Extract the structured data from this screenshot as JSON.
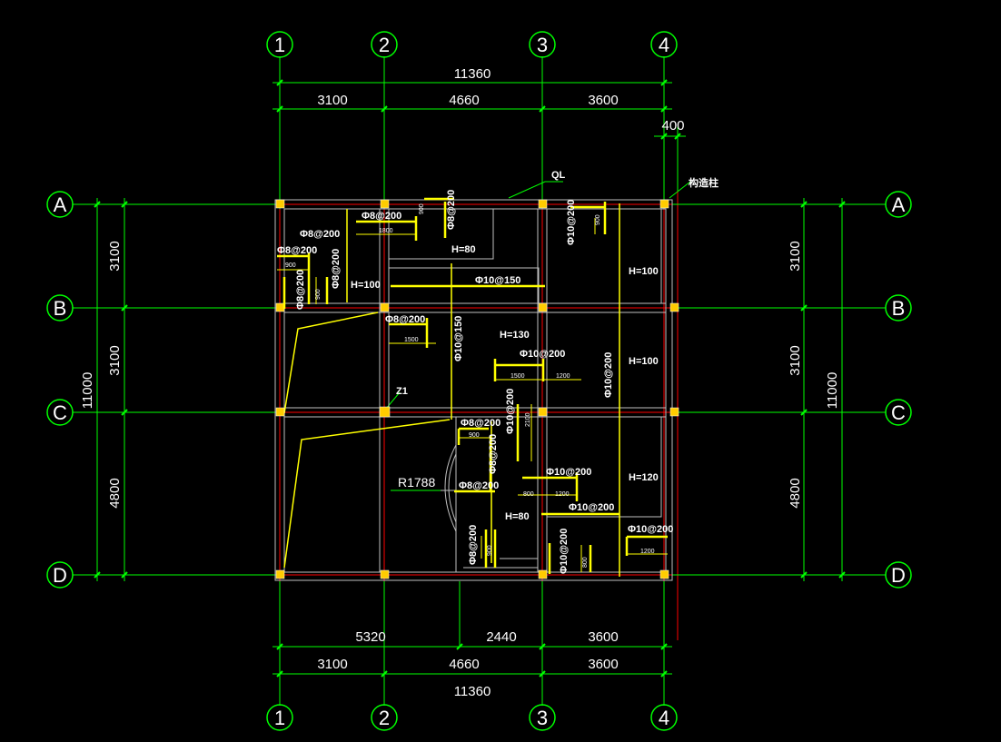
{
  "colors": {
    "background": "#000000",
    "grid_line": "#00ff00",
    "axis_centerline": "#ff0000",
    "wall": "#c0c0c0",
    "column": "#ffcc00",
    "rebar": "#ffff00",
    "text": "#ffffff"
  },
  "axes": {
    "columns": [
      "1",
      "2",
      "3",
      "4"
    ],
    "rows": [
      "A",
      "B",
      "C",
      "D"
    ]
  },
  "dimensions": {
    "top_total": "11360",
    "top_spans": [
      "3100",
      "4660",
      "3600"
    ],
    "top_offset": "400",
    "bottom_spans_upper": [
      "5320",
      "2440",
      "3600"
    ],
    "bottom_spans_lower": [
      "3100",
      "4660",
      "3600"
    ],
    "bottom_total": "11360",
    "left_spans": [
      "3100",
      "3100",
      "4800"
    ],
    "left_total": "11000",
    "right_spans": [
      "3100",
      "3100",
      "4800"
    ],
    "right_total": "11000"
  },
  "annotations": {
    "beam_label": "QL",
    "column_label": "构造柱",
    "z1_label": "Z1",
    "radius_label": "R1788"
  },
  "slab_labels": {
    "h80_top": "H=80",
    "h100_left": "H=100",
    "h100_right_top": "H=100",
    "h130": "H=130",
    "h100_right_mid": "H=100",
    "h120": "H=120",
    "h80_bottom": "H=80"
  },
  "rebar_labels": {
    "r1": "Φ8@200",
    "r2": "Φ8@200",
    "r3": "Φ8@200",
    "r4": "Φ8@200",
    "r5": "Φ8@200",
    "r6": "Φ8@200",
    "r7": "Φ10@150",
    "r8": "Φ10@200",
    "r9": "Φ8@200",
    "r10": "Φ10@150",
    "r11": "Φ10@200",
    "r12": "Φ10@200",
    "r13": "Φ8@200",
    "r14": "Φ10@200",
    "r15": "Φ8@200",
    "r16": "Φ10@200",
    "r17": "Φ8@200",
    "r18": "Φ10@200",
    "r19": "Φ10@200",
    "r20": "Φ8@200",
    "r21": "Φ10@200"
  },
  "small_dims": {
    "d1": "1800",
    "d2": "900",
    "d3": "900",
    "d4": "900",
    "d5": "1500",
    "d6": "1500",
    "d7": "1200",
    "d8": "2100",
    "d9": "900",
    "d10": "800",
    "d11": "1200",
    "d12": "900",
    "d13": "900",
    "d14": "1200",
    "d15": "800"
  }
}
